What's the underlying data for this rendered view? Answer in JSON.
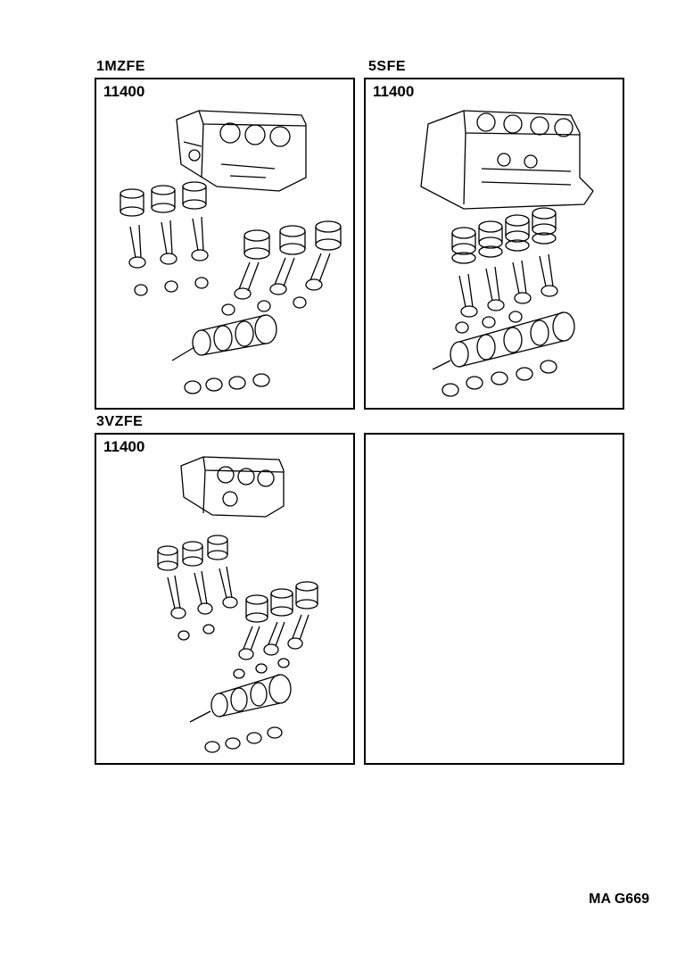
{
  "panels": [
    {
      "engine": "1MZFE",
      "part_number": "11400"
    },
    {
      "engine": "5SFE",
      "part_number": "11400"
    },
    {
      "engine": "3VZFE",
      "part_number": "11400"
    },
    {
      "engine": "",
      "part_number": ""
    }
  ],
  "footer": {
    "reference": "MA G669"
  }
}
